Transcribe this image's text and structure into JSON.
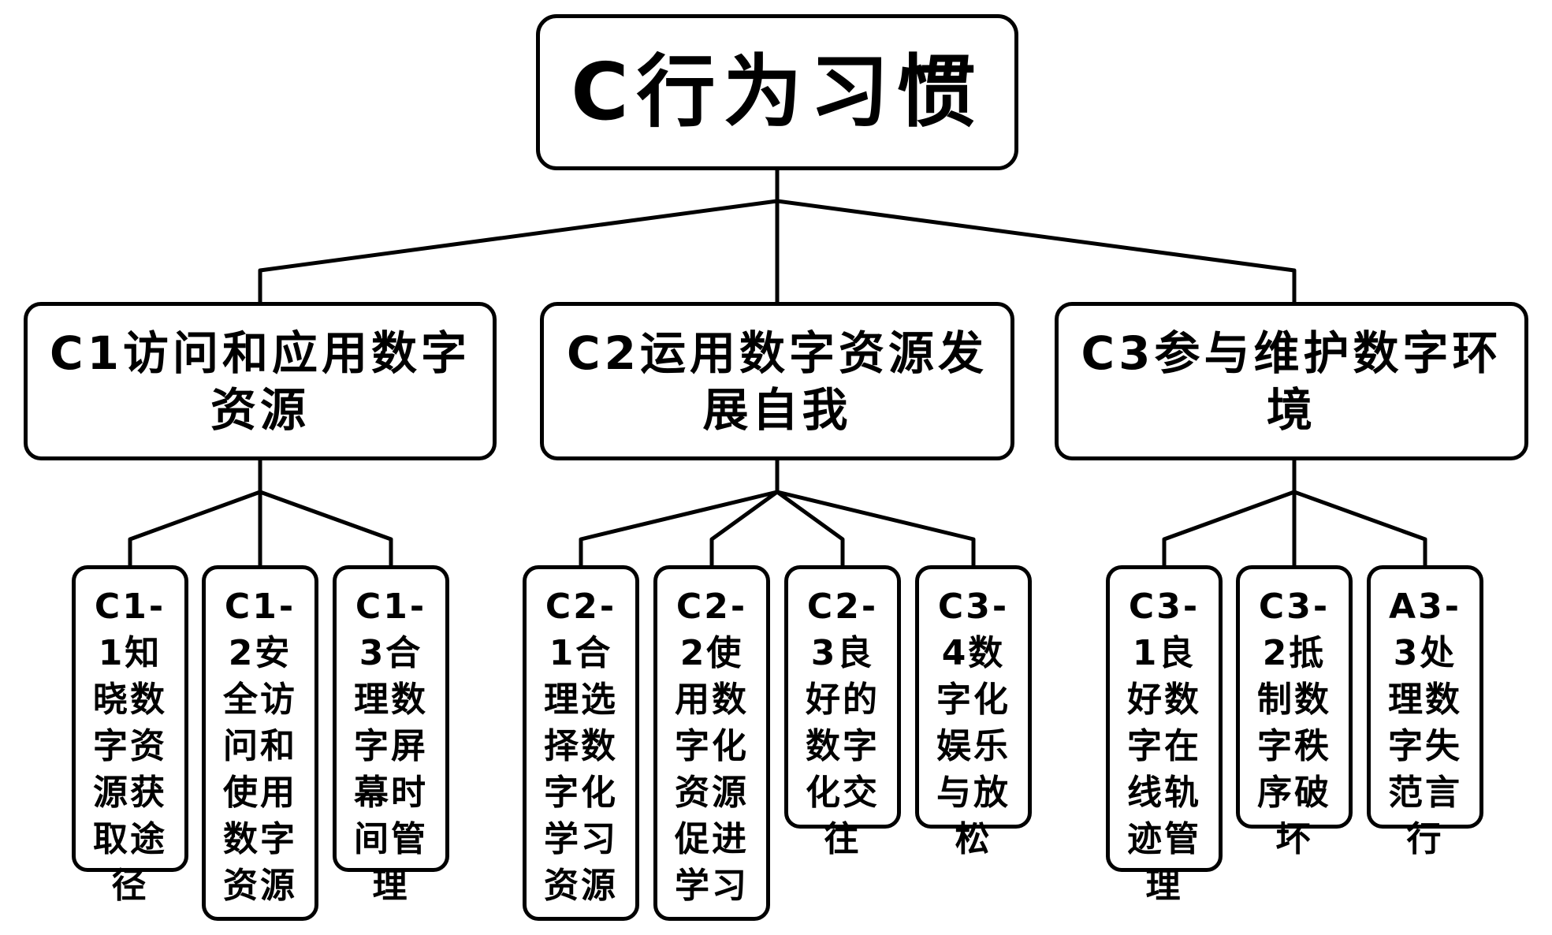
{
  "diagram": {
    "root": {
      "label": "C行为习惯"
    },
    "categories": [
      {
        "label": "C1访问和应用数字资源",
        "leaves": [
          {
            "label": "C1-1知晓数字资源获取途径"
          },
          {
            "label": "C1-2安全访问和使用数字资源"
          },
          {
            "label": "C1-3合理数字屏幕时间管理"
          }
        ]
      },
      {
        "label": "C2运用数字资源发展自我",
        "leaves": [
          {
            "label": "C2-1合理选择数字化学习资源"
          },
          {
            "label": "C2-2使用数字化资源促进学习"
          },
          {
            "label": "C2-3良好的数字化交往"
          },
          {
            "label": "C3-4数字化娱乐与放松"
          }
        ]
      },
      {
        "label": "C3参与维护数字环境",
        "leaves": [
          {
            "label": "C3-1良好数字在线轨迹管理"
          },
          {
            "label": "C3-2抵制数字秩序破坏"
          },
          {
            "label": "A3-3处理数字失范言行"
          }
        ]
      }
    ]
  }
}
